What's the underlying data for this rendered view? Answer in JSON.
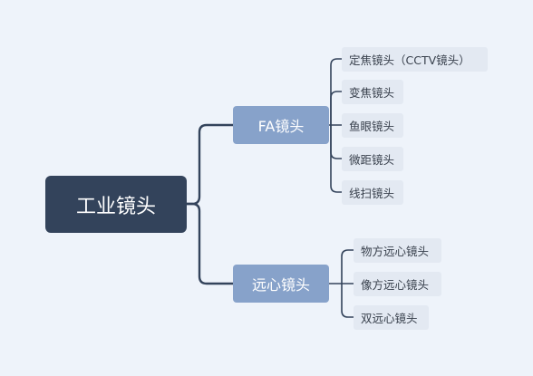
{
  "root": {
    "label": "工业镜头"
  },
  "branches": [
    {
      "label": "FA镜头",
      "children": [
        "定焦镜头（CCTV镜头）",
        "变焦镜头",
        "鱼眼镜头",
        "微距镜头",
        "线扫镜头"
      ]
    },
    {
      "label": "远心镜头",
      "children": [
        "物方远心镜头",
        "像方远心镜头",
        "双远心镜头"
      ]
    }
  ],
  "colors": {
    "background": "#eef3fa",
    "root_fill": "#33435b",
    "branch_fill": "#87a2ca",
    "leaf_fill": "#e3e9f2",
    "connector": "#33435b"
  }
}
